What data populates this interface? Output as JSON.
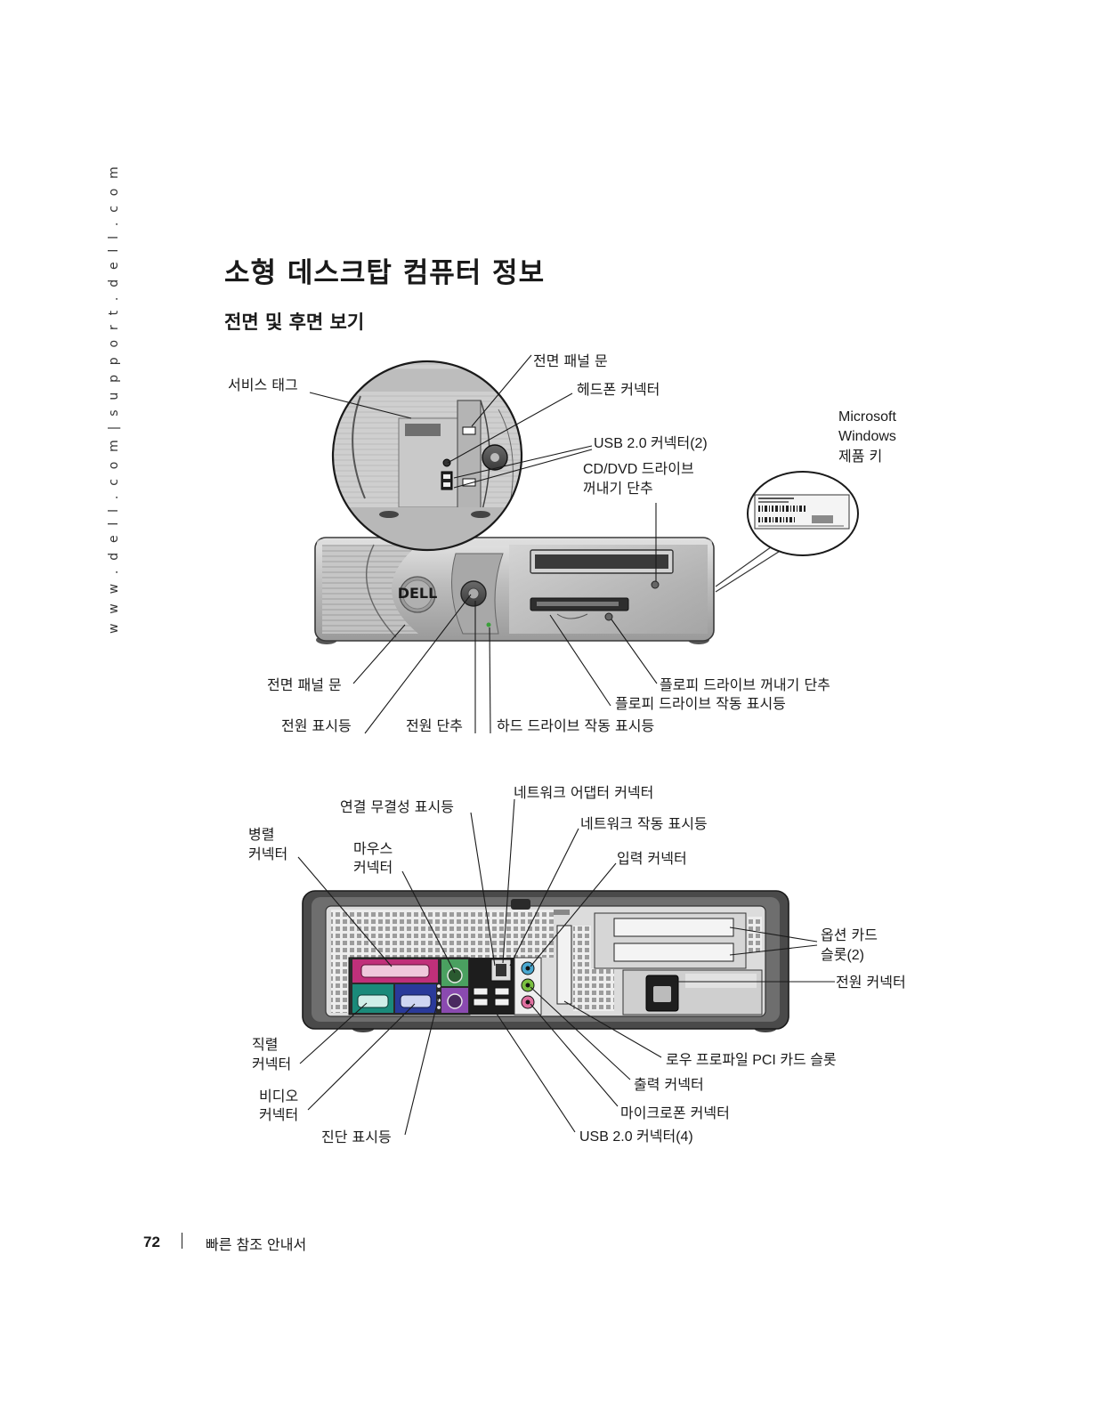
{
  "side_url": "w w w . d e l l . c o m  |  s u p p o r t . d e l l . c o m",
  "title": "소형 데스크탑 컴퓨터 정보",
  "subtitle": "전면 및 후면 보기",
  "front": {
    "service_tag": "서비스 태그",
    "front_panel_door_top": "전면 패널 문",
    "headphone_connector": "헤드폰 커넥터",
    "usb_front": "USB 2.0 커넥터(2)",
    "cd_eject_line1": "CD/DVD 드라이브",
    "cd_eject_line2": "꺼내기 단추",
    "ms_key_line1": "Microsoft",
    "ms_key_line2": "Windows",
    "ms_key_line3": "제품 키",
    "front_panel_door_bottom": "전면 패널 문",
    "power_light": "전원 표시등",
    "power_button": "전원 단추",
    "hdd_activity": "하드 드라이브 작동 표시등",
    "floppy_eject": "플로피 드라이브 꺼내기 단추",
    "floppy_activity": "플로피 드라이브 작동 표시등",
    "logo_text": "DELL"
  },
  "back": {
    "network_adapter": "네트워크 어댑터 커넥터",
    "link_integrity": "연결 무결성 표시등",
    "network_activity": "네트워크 작동 표시등",
    "parallel_line1": "병렬",
    "parallel_line2": "커넥터",
    "mouse_line1": "마우스",
    "mouse_line2": "커넥터",
    "line_in": "입력 커넥터",
    "card_slots_line1": "옵션 카드",
    "card_slots_line2": "슬롯(2)",
    "power_connector": "전원 커넥터",
    "serial_line1": "직렬",
    "serial_line2": "커넥터",
    "video_line1": "비디오",
    "video_line2": "커넥터",
    "diagnostic_lights": "진단 표시등",
    "low_profile_pci": "로우 프로파일 PCI 카드 슬롯",
    "line_out": "출력 커넥터",
    "microphone": "마이크로폰 커넥터",
    "usb_back": "USB 2.0 커넥터(4)"
  },
  "footer": {
    "page_number": "72",
    "book_title": "빠른 참조 안내서"
  },
  "colors": {
    "parallel_port": "#c0307a",
    "serial_port": "#1a8a7a",
    "video_port": "#2a3a9a",
    "ps2_port": "#4aa060",
    "line_in": "#4aa8d0",
    "line_out": "#7ac040",
    "microphone": "#e070a0",
    "chassis": "#b8b8b8"
  }
}
